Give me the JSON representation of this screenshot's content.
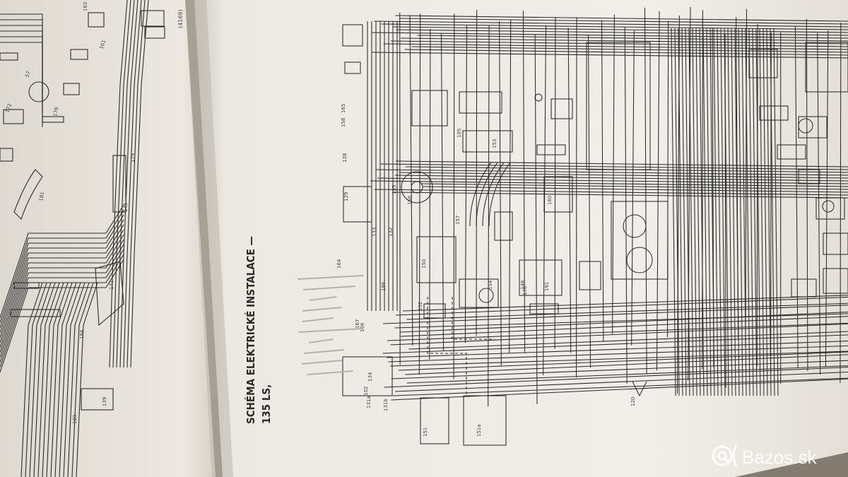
{
  "book": {
    "heading_line1": "SCHÉMA ELEKTRICKÉ INSTALACE —",
    "heading_line2": "135 LS,",
    "left_page_code": "(4169)"
  },
  "watermark": {
    "text": "Bazos.sk",
    "icon": "at-sign-logo"
  },
  "diagram_labels": {
    "left": [
      "163",
      "161",
      "57",
      "172",
      "176",
      "181",
      "145",
      "174",
      "171",
      "184",
      "189",
      "139"
    ],
    "right": [
      "158",
      "128",
      "129",
      "133",
      "132",
      "155",
      "156",
      "157",
      "153",
      "151",
      "151a",
      "152",
      "154",
      "148",
      "191",
      "160",
      "166",
      "150",
      "120",
      "105",
      "167",
      "165",
      "164",
      "186",
      "102",
      "134",
      "131a",
      "131b",
      "170"
    ]
  },
  "colors": {
    "background": "#8d8679",
    "paper_left": "#e6e2da",
    "paper_right": "#efece6",
    "ink": "#2b2b2b"
  }
}
